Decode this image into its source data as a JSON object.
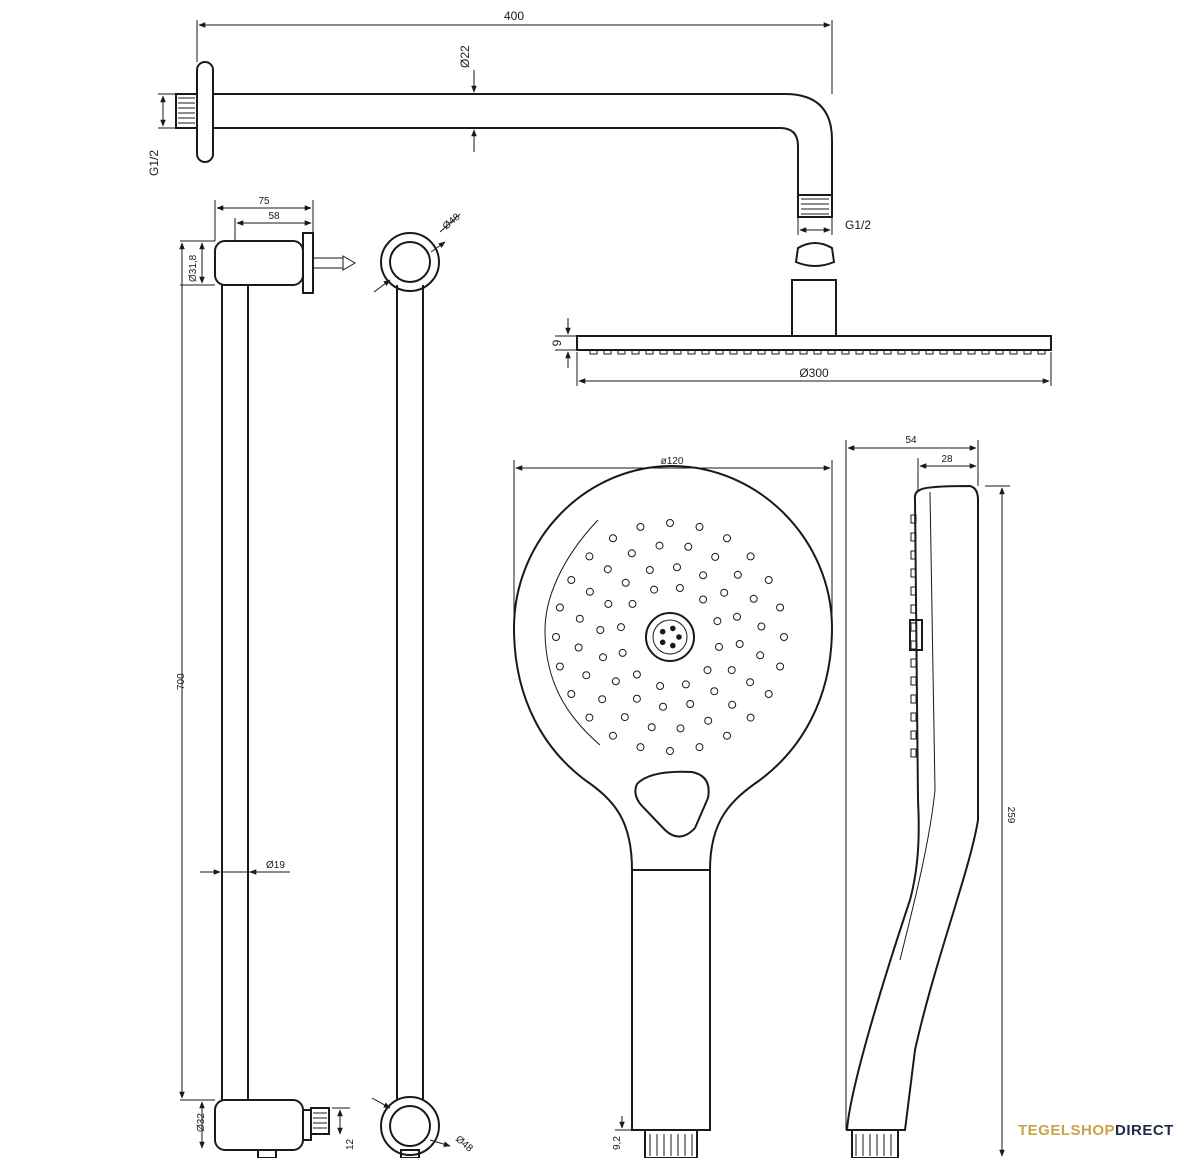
{
  "dimensions": {
    "arm_length": "400",
    "arm_diameter": "Ø22",
    "wall_thread": "G1/2",
    "outlet_thread": "G1/2",
    "bracket_depth": "75",
    "bracket_inner": "58",
    "bracket_top_diameter": "Ø31,8",
    "ring_top": "Ø48",
    "bar_length": "700",
    "bar_diameter": "Ø19",
    "bracket_bottom_diameter": "Ø32",
    "ring_bottom": "Ø48",
    "outlet_small": "12",
    "head_thickness": "9",
    "head_diameter": "Ø300",
    "hand_diameter": "ø120",
    "hand_depth": "54",
    "hand_tip": "28",
    "hand_length": "259",
    "hose_conn": "9,2"
  },
  "brand": {
    "part1": "TEGELSHOP",
    "part2": "DIRECT",
    "color1": "#c9a24a",
    "color2": "#1f2a44"
  }
}
